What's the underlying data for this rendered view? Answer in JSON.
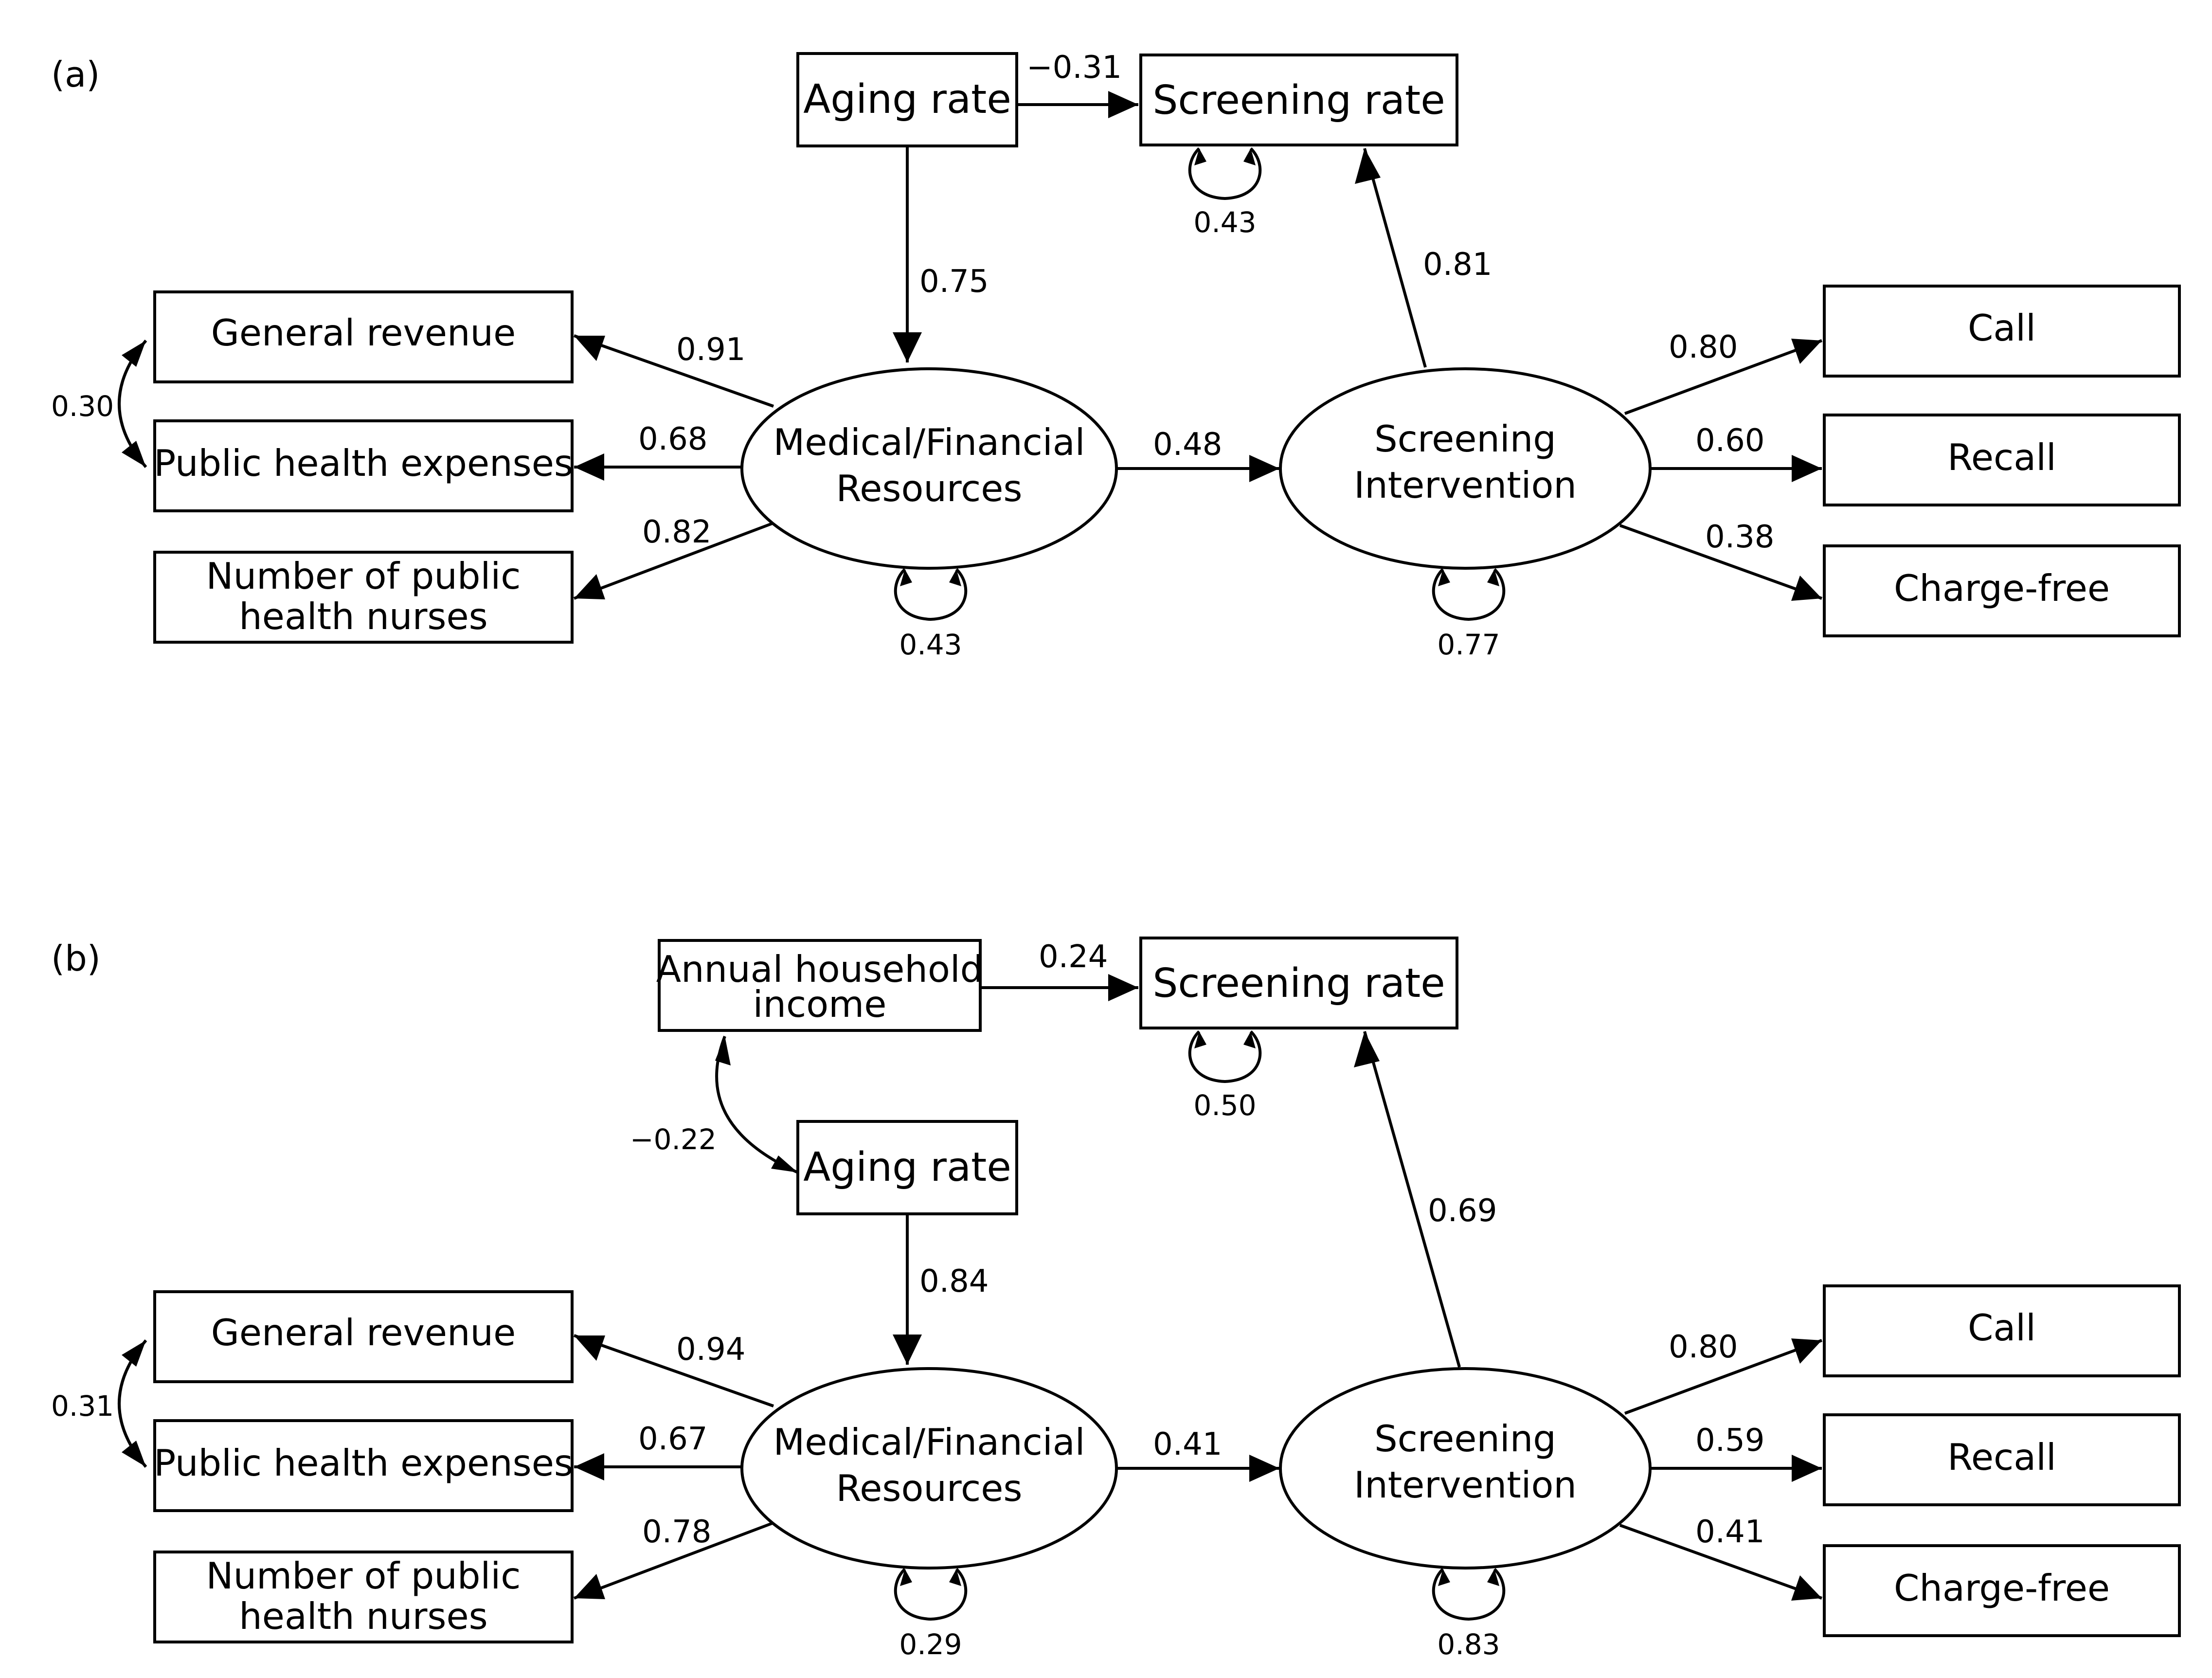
{
  "panels": [
    {
      "label": "(a)",
      "nodes": {
        "aging_rate": "Aging rate",
        "screening_rate": "Screening rate",
        "general_revenue": "General revenue",
        "public_health_expenses": "Public health expenses",
        "nurses": [
          "Number of public",
          "health nurses"
        ],
        "med_fin": [
          "Medical/Financial",
          "Resources"
        ],
        "screening_intervention": [
          "Screening",
          "Intervention"
        ],
        "call": "Call",
        "recall": "Recall",
        "charge_free": "Charge-free"
      },
      "coefficients": {
        "aging_to_screening": "−0.31",
        "aging_to_medfin": "0.75",
        "medfin_to_revenue": "0.91",
        "medfin_to_expenses": "0.68",
        "medfin_to_nurses": "0.82",
        "medfin_to_intervention": "0.48",
        "intervention_to_screening": "0.81",
        "intervention_to_call": "0.80",
        "intervention_to_recall": "0.60",
        "intervention_to_chargefree": "0.38",
        "revenue_expenses_cov": "0.30",
        "screening_rate_resid": "0.43",
        "medfin_resid": "0.43",
        "intervention_resid": "0.77"
      }
    },
    {
      "label": "(b)",
      "nodes": {
        "income": [
          "Annual household",
          "income"
        ],
        "aging_rate": "Aging rate",
        "screening_rate": "Screening rate",
        "general_revenue": "General revenue",
        "public_health_expenses": "Public health expenses",
        "nurses": [
          "Number of public",
          "health nurses"
        ],
        "med_fin": [
          "Medical/Financial",
          "Resources"
        ],
        "screening_intervention": [
          "Screening",
          "Intervention"
        ],
        "call": "Call",
        "recall": "Recall",
        "charge_free": "Charge-free"
      },
      "coefficients": {
        "income_to_screening": "0.24",
        "income_aging_cov": "−0.22",
        "aging_to_medfin": "0.84",
        "medfin_to_revenue": "0.94",
        "medfin_to_expenses": "0.67",
        "medfin_to_nurses": "0.78",
        "medfin_to_intervention": "0.41",
        "intervention_to_screening": "0.69",
        "intervention_to_call": "0.80",
        "intervention_to_recall": "0.59",
        "intervention_to_chargefree": "0.41",
        "revenue_expenses_cov": "0.31",
        "screening_rate_resid": "0.50",
        "medfin_resid": "0.29",
        "intervention_resid": "0.83"
      }
    }
  ]
}
